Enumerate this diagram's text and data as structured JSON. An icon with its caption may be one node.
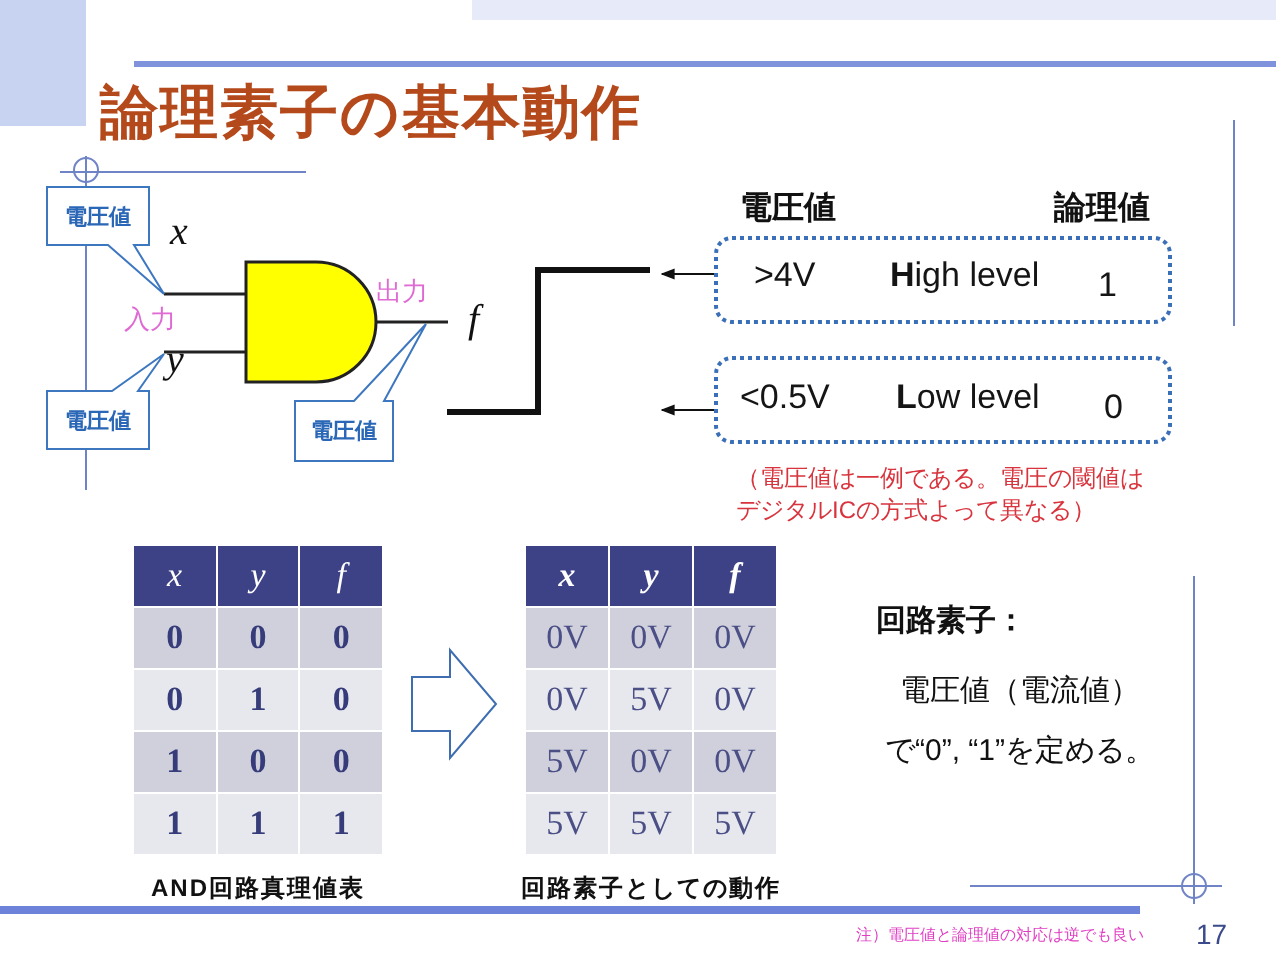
{
  "diagram": {
    "title": "論理素子の基本動作",
    "nodes": [
      {
        "text": [
          "電圧値"
        ]
      },
      {
        "text": [
          ">4V",
          "**H**igh level",
          "1"
        ]
      },
      {
        "text": [
          "<0.5V",
          "**L**ow level",
          "0"
        ]
      },
      {
        "text": [
          "電圧値"
        ]
      },
      {
        "text": [
          "電圧値"
        ]
      },
      {
        "text": [
          "x",
          "y",
          "f",
          "0",
          "0",
          "0",
          "0",
          "1",
          "0",
          "1",
          "0",
          "0",
          "1",
          "1",
          "1"
        ],
        "beside": [
          "AND回路真理値表"
        ]
      },
      {
        "text": [
          "x",
          "y",
          "f",
          "0V",
          "0V",
          "0V",
          "0V",
          "5V",
          "0V",
          "5V",
          "0V",
          "0V",
          "5V",
          "5V",
          "5V"
        ],
        "beside": [
          "回路素子としての動作"
        ]
      },
      {
        "text": [],
        "shape": "picture"
      }
    ],
    "edges": [
      {
        "from": 1,
        "to": 7,
        "arrow": "to"
      },
      {
        "from": 2,
        "to": 7,
        "arrow": "to"
      },
      {
        "from": 5,
        "to": 6,
        "arrow": "to"
      }
    ],
    "labels": [
      "電圧値",
      "論理値",
      "x",
      "出力",
      "入力",
      "f",
      "y",
      "（電圧値は一例である。電圧の閾値はデジタルICの方式よって異なる）",
      "回路素子：",
      "電圧値（電流値）で“0”, “1”を定める。",
      "注）電圧値と論理値の対応は逆でも良い",
      "17"
    ]
  }
}
